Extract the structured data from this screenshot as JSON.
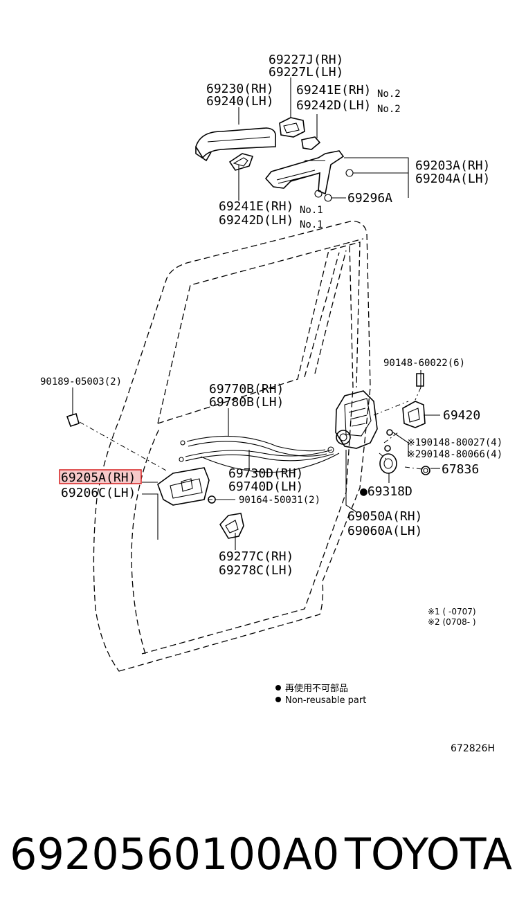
{
  "labels": {
    "p69227j_rh": "69227J(RH)",
    "p69227l_lh": "69227L(LH)",
    "p69230_rh": "69230(RH)",
    "p69240_lh": "69240(LH)",
    "p69241e_rh_a": "69241E(RH)",
    "p69242d_lh_a": "69242D(LH)",
    "no2_a": "No.2",
    "no2_b": "No.2",
    "p69203a_rh": "69203A(RH)",
    "p69204a_lh": "69204A(LH)",
    "p69296a": "69296A",
    "p69241e_rh_b": "69241E(RH)",
    "p69242d_lh_b": "69242D(LH)",
    "no1_a": "No.1",
    "no1_b": "No.1",
    "p90148_60022": "90148-60022(6)",
    "p90189_05003": "90189-05003(2)",
    "p69770b_rh": "69770B(RH)",
    "p69780b_lh": "69780B(LH)",
    "p69420": "69420",
    "p90148_80027": "※190148-80027(4)",
    "p90148_80066": "※290148-80066(4)",
    "p69205a_rh": "69205A(RH)",
    "p69206c_lh": "69206C(LH)",
    "p69730d_rh": "69730D(RH)",
    "p69740d_lh": "69740D(LH)",
    "p67836": "67836",
    "p69318d": "●69318D",
    "p90164_50031": "90164-50031(2)",
    "p69050a_rh": "69050A(RH)",
    "p69060a_lh": "69060A(LH)",
    "p69277c_rh": "69277C(RH)",
    "p69278c_lh": "69278C(LH)"
  },
  "notes": {
    "range1": "※1 (      -0707)",
    "range2": "※2 (0708-      )"
  },
  "legend": {
    "jp": "再使用不可部品",
    "en": "Non-reusable part"
  },
  "diagram_code": "672826H",
  "footer": {
    "part_number": "6920560100A0",
    "brand": "TOYOTA"
  },
  "highlight_color": "#d62020"
}
